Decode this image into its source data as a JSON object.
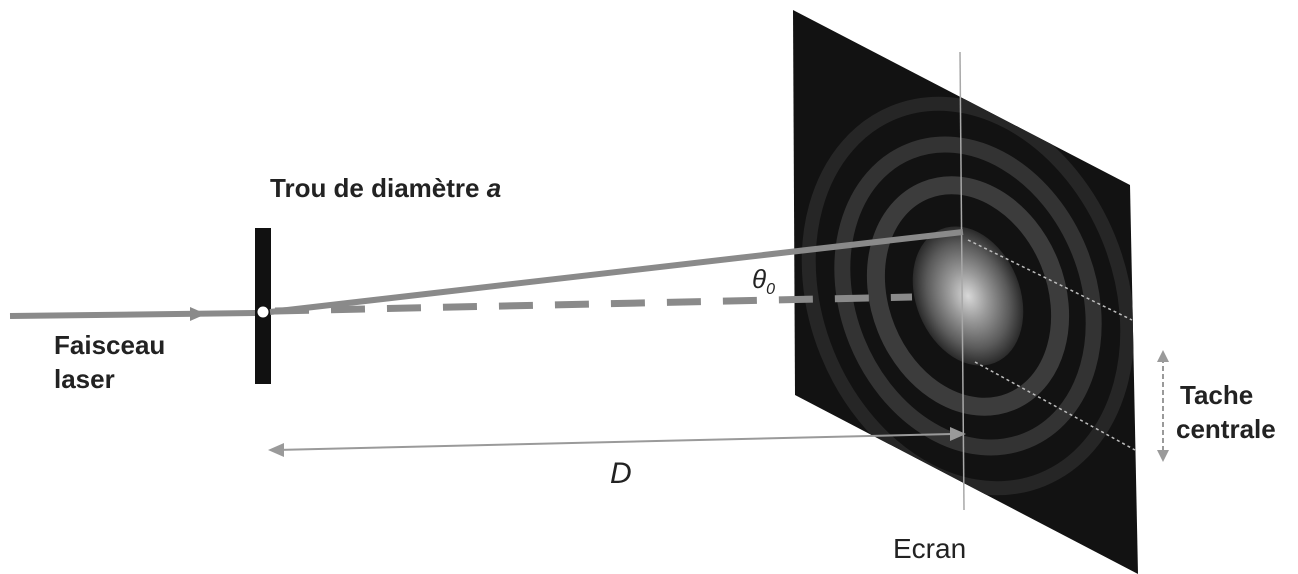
{
  "labels": {
    "hole": "Trou de diamètre",
    "hole_symbol": "a",
    "beam_line1": "Faisceau",
    "beam_line2": "laser",
    "angle": "θ",
    "angle_sub": "0",
    "distance": "D",
    "screen": "Ecran",
    "spot_line1": "Tache",
    "spot_line2": "centrale"
  },
  "colors": {
    "beam": "#8a8a8a",
    "screen": "#121212",
    "slit": "#111111",
    "ring": "#3c3c3c",
    "guide": "#a8a8a8"
  }
}
